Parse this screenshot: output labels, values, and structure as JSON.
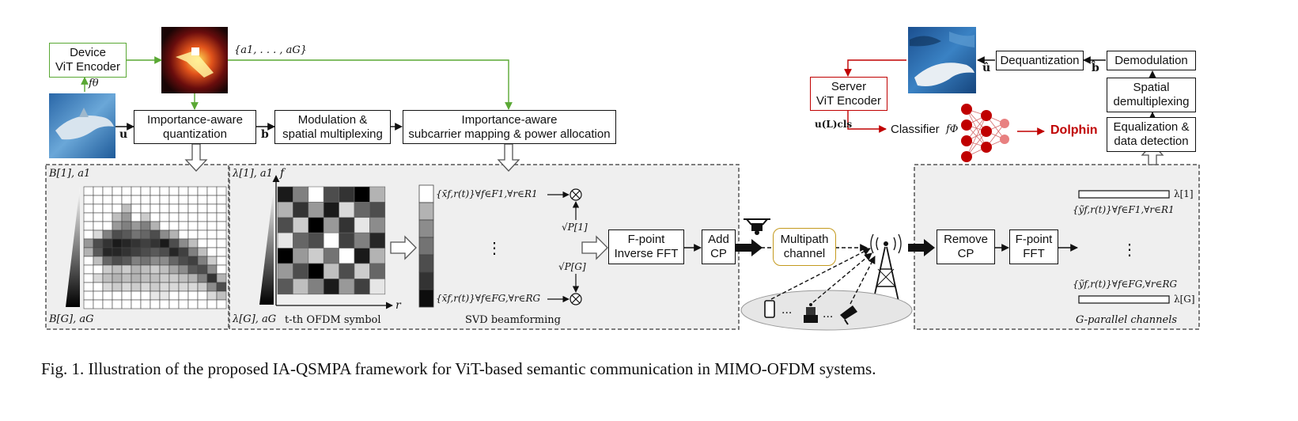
{
  "blocks": {
    "device_encoder": "Device\nViT Encoder",
    "quantization": "Importance-aware\nquantization",
    "modulation": "Modulation &\nspatial multiplexing",
    "subcarrier_mapping": "Importance-aware\nsubcarrier mapping & power allocation",
    "inverse_fft": "F-point\nInverse FFT",
    "add_cp": "Add\nCP",
    "multipath": "Multipath\nchannel",
    "remove_cp": "Remove\nCP",
    "fft": "F-point\nFFT",
    "equalization": "Equalization &\ndata detection",
    "spatial_demux": "Spatial\ndemultiplexing",
    "demodulation": "Demodulation",
    "dequantization": "Dequantization",
    "server_encoder": "Server\nViT Encoder",
    "classifier": "Classifier"
  },
  "labels": {
    "f_theta": "fθ",
    "importance_set": "{a1, . . . , aG}",
    "u": "u",
    "b": "b",
    "b_hat": "b̂",
    "u_hat": "û",
    "u_cls": "u(L)cls",
    "f_phi": "fΦ",
    "B1_a1": "B[1], a1",
    "BG_aG": "B[G], aG",
    "lambda1_a1": "λ[1], a1",
    "lambdaG_aG": "λ[G], aG",
    "axis_f": "f",
    "axis_r": "r",
    "ofdm_symbol": "t-th OFDM symbol",
    "svd": "SVD beamforming",
    "x_top": "{x̄f,r(t)}∀f∈F1,∀r∈R1",
    "x_bottom": "{x̄f,r(t)}∀f∈FG,∀r∈RG",
    "sqrtP1": "√P[1]",
    "sqrtPG": "√P[G]",
    "y_top": "{ỹf,r(t)}∀f∈F1,∀r∈R1",
    "y_bottom": "{ỹf,r(t)}∀f∈FG,∀r∈RG",
    "lam1": "λ[1]",
    "lamG": "λ[G]",
    "g_parallel": "G-parallel channels",
    "dolphin": "Dolphin"
  },
  "caption": "Fig. 1.  Illustration of the proposed IA-QSMPA framework for ViT-based semantic communication in MIMO-OFDM systems.",
  "colors": {
    "green": "#5aa834",
    "red": "#c00000",
    "gold": "#c49a1e",
    "region_fill": "#efefef"
  },
  "importance_grid": [
    [
      1,
      1,
      1,
      1,
      1,
      1,
      1,
      1,
      1,
      1,
      1,
      1,
      1,
      1,
      1
    ],
    [
      1,
      1,
      1,
      1,
      1,
      1,
      1,
      1,
      1,
      1,
      1,
      1,
      1,
      1,
      1
    ],
    [
      1,
      1,
      1,
      1,
      0.75,
      1,
      1,
      1,
      1,
      1,
      1,
      1,
      1,
      1,
      1
    ],
    [
      1,
      1,
      1,
      0.75,
      0.6,
      1,
      0.8,
      1,
      1,
      1,
      1,
      1,
      1,
      1,
      1
    ],
    [
      1,
      1,
      1,
      0.6,
      0.5,
      0.6,
      0.5,
      0.7,
      1,
      1,
      1,
      1,
      1,
      1,
      1
    ],
    [
      1,
      0.85,
      0.5,
      0.3,
      0.35,
      0.45,
      0.4,
      0.3,
      0.55,
      0.7,
      1,
      1,
      1,
      1,
      1
    ],
    [
      0.6,
      0.3,
      0.2,
      0.1,
      0.15,
      0.2,
      0.25,
      0.2,
      0.1,
      0.3,
      0.55,
      0.75,
      1,
      1,
      1
    ],
    [
      0.7,
      0.35,
      0.15,
      0.15,
      0.2,
      0.25,
      0.3,
      0.35,
      0.3,
      0.15,
      0.25,
      0.5,
      0.75,
      1,
      1
    ],
    [
      1,
      0.75,
      0.4,
      0.3,
      0.35,
      0.5,
      0.45,
      0.55,
      0.55,
      0.4,
      0.3,
      0.25,
      0.5,
      0.8,
      1
    ],
    [
      1,
      1,
      0.8,
      0.75,
      0.8,
      0.7,
      0.75,
      0.8,
      0.75,
      0.65,
      0.55,
      0.35,
      0.3,
      0.55,
      1
    ],
    [
      1,
      0.85,
      0.75,
      0.7,
      0.75,
      0.7,
      0.75,
      0.75,
      0.8,
      0.8,
      0.75,
      0.7,
      0.5,
      0.2,
      0.7
    ],
    [
      1,
      1,
      0.85,
      0.8,
      0.85,
      0.8,
      0.85,
      0.8,
      0.85,
      0.85,
      0.85,
      0.85,
      0.8,
      0.55,
      0.3
    ],
    [
      1,
      1,
      1,
      1,
      1,
      1,
      1,
      0.9,
      0.9,
      1,
      1,
      1,
      1,
      0.85,
      0.75
    ],
    [
      1,
      1,
      1,
      1,
      1,
      1,
      1,
      1,
      1,
      1,
      1,
      1,
      1,
      1,
      1
    ]
  ],
  "ofdm_grid": [
    [
      0.1,
      0.5,
      1,
      0.3,
      0.2,
      0.0,
      0.7
    ],
    [
      0.7,
      0.2,
      0.6,
      0.1,
      0.85,
      0.4,
      0.3
    ],
    [
      0.3,
      0.8,
      0.0,
      0.6,
      0.2,
      0.9,
      0.55
    ],
    [
      0.9,
      0.4,
      0.3,
      1,
      0.25,
      0.5,
      0.15
    ],
    [
      0.0,
      0.6,
      0.8,
      0.45,
      1,
      0.1,
      0.7
    ],
    [
      0.6,
      0.3,
      0.0,
      0.75,
      0.3,
      0.8,
      0.4
    ],
    [
      0.35,
      0.75,
      0.5,
      0.1,
      0.6,
      0.25,
      0.9
    ]
  ],
  "svd_column": [
    1,
    0.7,
    0.55,
    0.45,
    0.3,
    0.2,
    0.05
  ]
}
